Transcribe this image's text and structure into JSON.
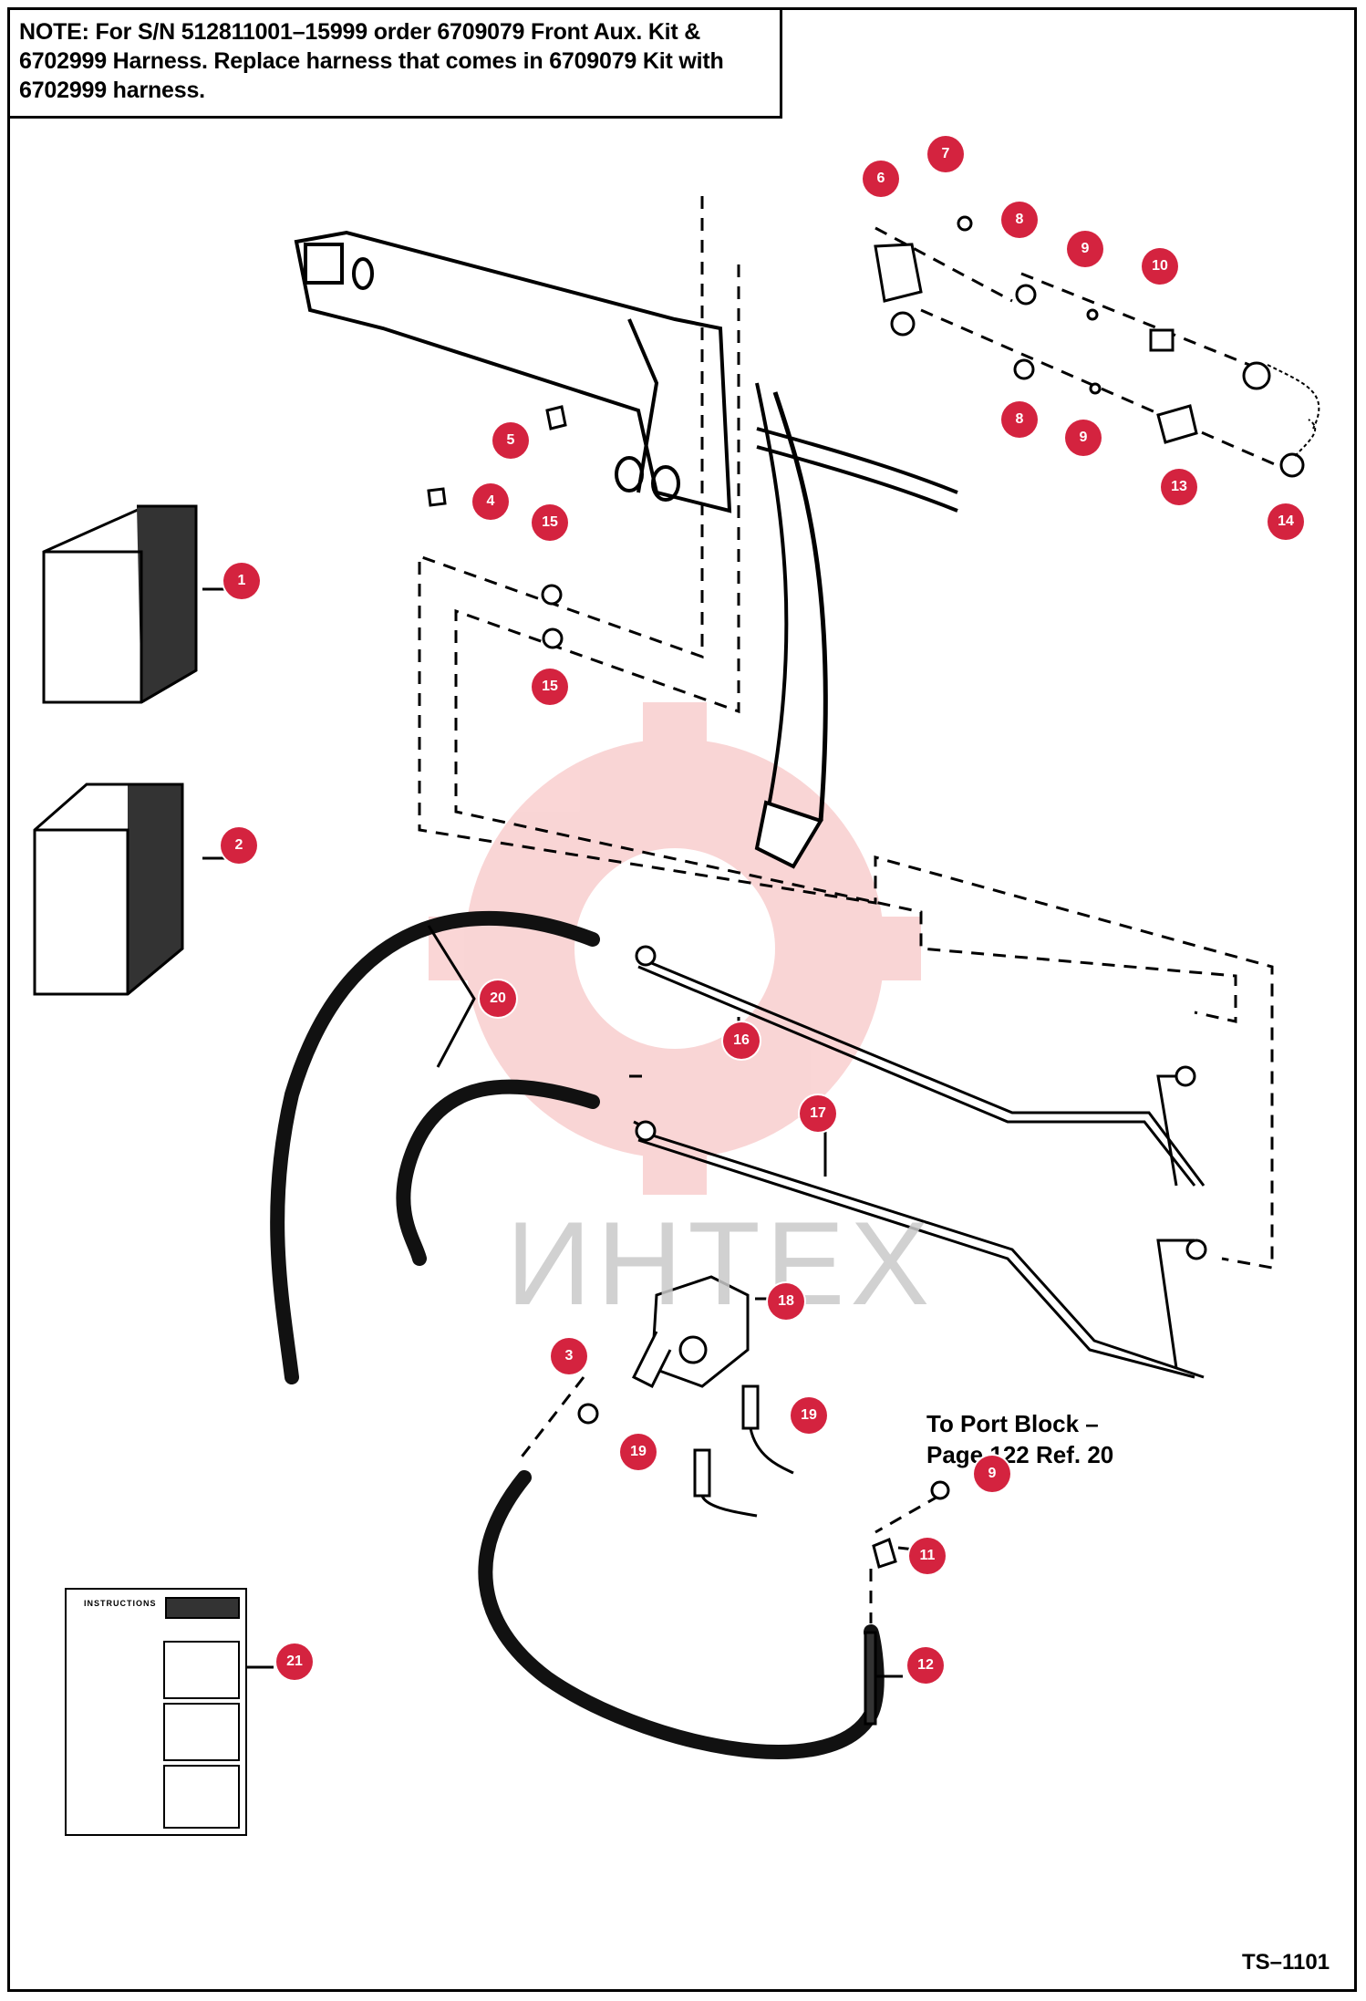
{
  "note": {
    "label": "NOTE:",
    "text": " For S/N 512811001–15999 order 6709079 Front Aux. Kit & 6702999 Harness. Replace harness that comes in 6709079 Kit with 6702999 harness."
  },
  "port_block": {
    "line1": "To Port Block –",
    "line2": "Page 122 Ref. 20"
  },
  "figure_id": "TS–1101",
  "watermark": "ИНТЕХ",
  "instructions_card": {
    "title": "INSTRUCTIONS"
  },
  "callout_color": "#d4233f",
  "callouts": [
    {
      "n": "1"
    },
    {
      "n": "2"
    },
    {
      "n": "3"
    },
    {
      "n": "4"
    },
    {
      "n": "5"
    },
    {
      "n": "6"
    },
    {
      "n": "7"
    },
    {
      "n": "8"
    },
    {
      "n": "8"
    },
    {
      "n": "9"
    },
    {
      "n": "9"
    },
    {
      "n": "9"
    },
    {
      "n": "10"
    },
    {
      "n": "11"
    },
    {
      "n": "12"
    },
    {
      "n": "13"
    },
    {
      "n": "14"
    },
    {
      "n": "15"
    },
    {
      "n": "15"
    },
    {
      "n": "16"
    },
    {
      "n": "17"
    },
    {
      "n": "18"
    },
    {
      "n": "19"
    },
    {
      "n": "19"
    },
    {
      "n": "20"
    },
    {
      "n": "21"
    }
  ]
}
